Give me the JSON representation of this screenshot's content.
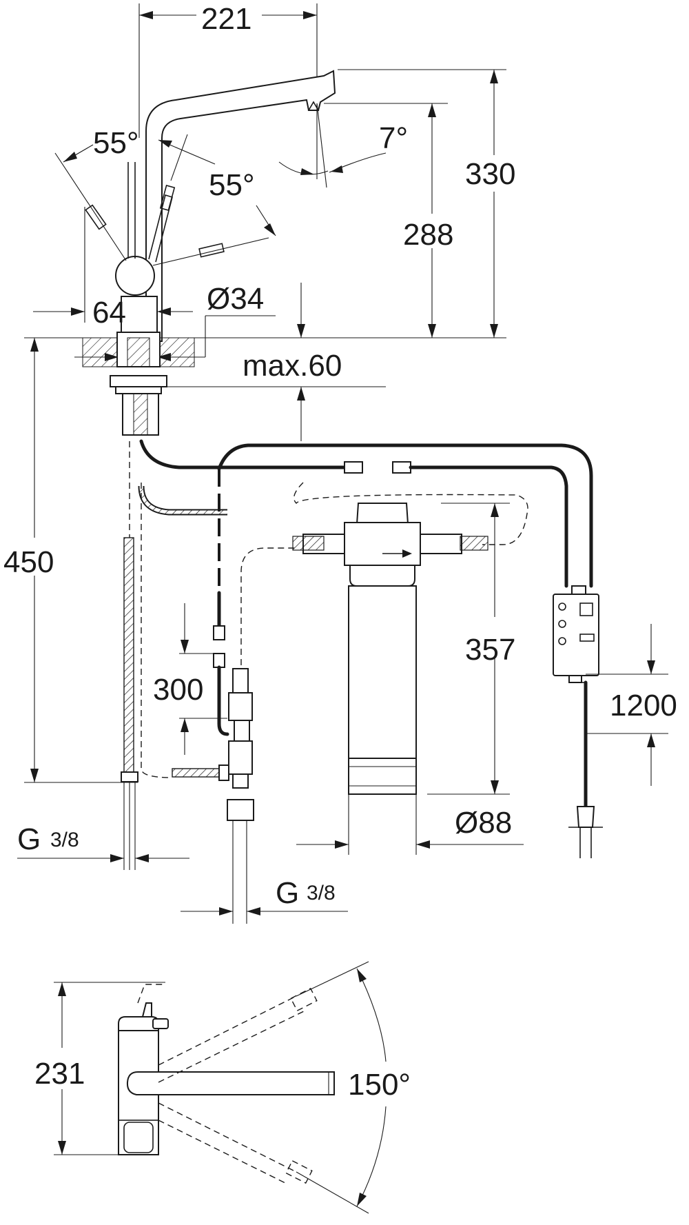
{
  "dimensions": {
    "spout_reach": "221",
    "handle_angle_left": "55°",
    "handle_angle_right": "55°",
    "spout_tilt": "7°",
    "total_height": "330",
    "spout_height": "288",
    "body_offset": "64",
    "hole_diameter": "Ø34",
    "max_counter_thickness": "max.60",
    "under_counter_length": "450",
    "filter_height": "357",
    "cable_length": "1200",
    "filter_diameter": "Ø88",
    "thread_left_main": "G",
    "thread_left_frac": "3/8",
    "thread_right_main": "G",
    "thread_right_frac": "3/8",
    "hose_spacing": "300",
    "top_view_width": "231",
    "swivel_angle": "150°"
  }
}
